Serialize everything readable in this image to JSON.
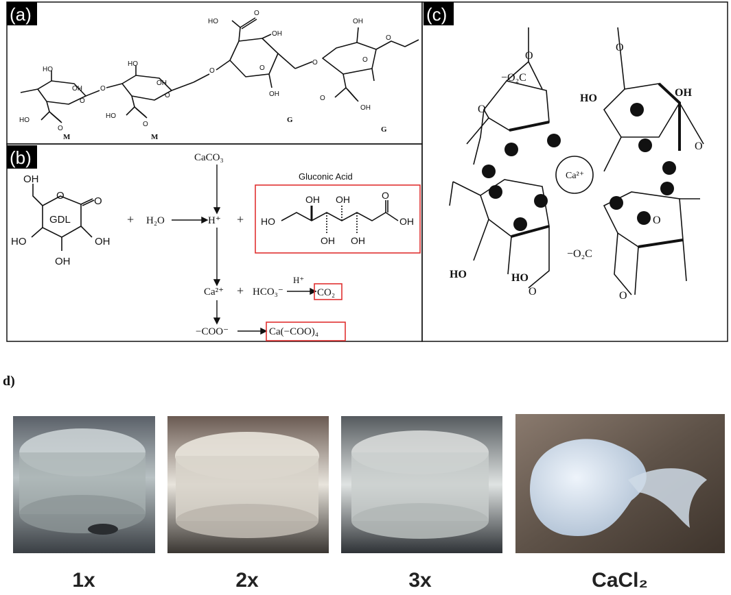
{
  "colors": {
    "ink": "#111111",
    "highlight_box": "#e03030",
    "tag_bg": "#000000",
    "tag_text": "#ffffff"
  },
  "panel_a": {
    "tag": "(a)",
    "oh": "OH",
    "ho": "HO",
    "o": "O",
    "ho_carboxyl": "HO",
    "residue_labels": [
      "M",
      "M",
      "G",
      "G"
    ]
  },
  "panel_b": {
    "tag": "(b)",
    "caco3": "CaCO₃",
    "gdl": "GDL",
    "oh": "OH",
    "ho": "HO",
    "o": "O",
    "plus": "+",
    "h2o": "H₂O",
    "h_plus": "H⁺",
    "gluconic_acid": "Gluconic Acid",
    "ca2_plus": "Ca²⁺",
    "hco3": "HCO₃⁻",
    "co2": "CO₂",
    "coo": "−COO⁻",
    "product": "Ca(−COO)₄"
  },
  "panel_c": {
    "tag": "(c)",
    "center_ion": "Ca²⁺",
    "o2c_top": "−O₂C",
    "o2c_bottom": "−O₂C",
    "oh": "OH",
    "ho": "HO",
    "o": "O"
  },
  "panel_d": {
    "tag": "d)",
    "photos": [
      {
        "label": "1x",
        "icon": "gel-photo"
      },
      {
        "label": "2x",
        "icon": "gel-photo"
      },
      {
        "label": "3x",
        "icon": "gel-photo"
      },
      {
        "label": "CaCl₂",
        "icon": "gel-photo"
      }
    ]
  }
}
